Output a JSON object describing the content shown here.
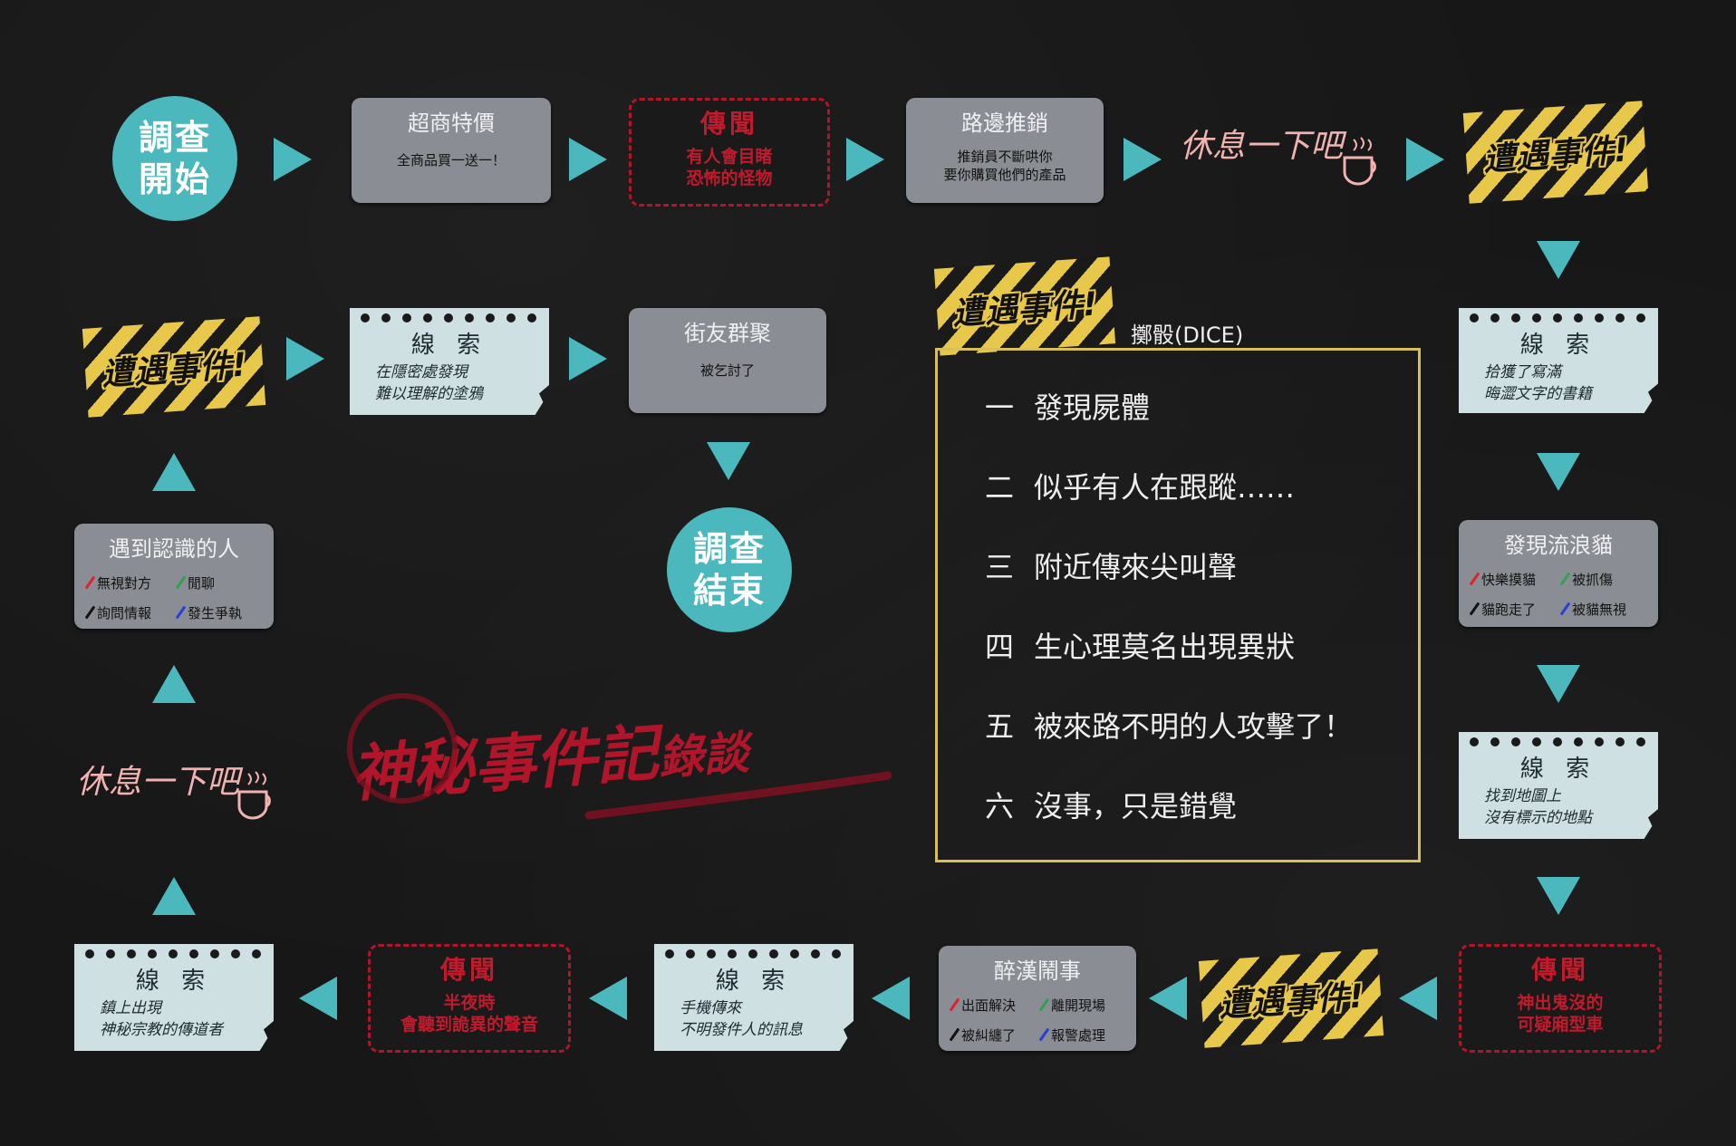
{
  "start": {
    "line1": "調查",
    "line2": "開始"
  },
  "end": {
    "line1": "調查",
    "line2": "結束"
  },
  "encounter_label": "遭遇事件!",
  "rest_label": "休息一下吧",
  "clue_label": "線 索",
  "legend_label": "傳聞",
  "row1": {
    "store": {
      "title": "超商特價",
      "sub": "全商品買一送一！"
    },
    "legend": {
      "line1": "有人會目睹",
      "line2": "恐怖的怪物"
    },
    "promo": {
      "title": "路邊推銷",
      "line1": "推銷員不斷哄你",
      "line2": "要你購買他們的產品"
    }
  },
  "row2": {
    "clue": {
      "line1": "在隱密處發現",
      "line2": "難以理解的塗鴉"
    },
    "street": {
      "title": "街友群聚",
      "sub": "被乞討了"
    }
  },
  "right": {
    "clue1": {
      "line1": "拾獲了寫滿",
      "line2": "晦澀文字的書籍"
    },
    "cat": {
      "title": "發現流浪貓",
      "opts": [
        "快樂摸貓",
        "被抓傷",
        "貓跑走了",
        "被貓無視"
      ]
    },
    "clue2": {
      "line1": "找到地圖上",
      "line2": "沒有標示的地點"
    }
  },
  "left": {
    "acq": {
      "title": "遇到認識的人",
      "opts": [
        "無視對方",
        "閒聊",
        "詢問情報",
        "發生爭執"
      ]
    }
  },
  "bottom": {
    "legend_car": {
      "line1": "神出鬼沒的",
      "line2": "可疑廂型車"
    },
    "drunk": {
      "title": "醉漢鬧事",
      "opts": [
        "出面解決",
        "離開現場",
        "被糾纏了",
        "報警處理"
      ]
    },
    "clue_phone": {
      "line1": "手機傳來",
      "line2": "不明發件人的訊息"
    },
    "legend_night": {
      "line1": "半夜時",
      "line2": "會聽到詭異的聲音"
    },
    "clue_preacher": {
      "line1": "鎮上出現",
      "line2": "神秘宗教的傳道者"
    }
  },
  "dice": {
    "label": "擲骰(DICE)",
    "items": [
      {
        "num": "一",
        "text": "發現屍體"
      },
      {
        "num": "二",
        "text": "似乎有人在跟蹤……"
      },
      {
        "num": "三",
        "text": "附近傳來尖叫聲"
      },
      {
        "num": "四",
        "text": "生心理莫名出現異狀"
      },
      {
        "num": "五",
        "text": "被來路不明的人攻擊了！"
      },
      {
        "num": "六",
        "text": "沒事，只是錯覺"
      }
    ]
  },
  "brand": {
    "big": "神秘事件記",
    "small": "錄談"
  },
  "colors": {
    "teal": "#4bb8bd",
    "red": "#b0152a",
    "yellow": "#e8c84a",
    "pen_red": "#e0202a",
    "pen_green": "#2ea44a",
    "pen_black": "#111111",
    "pen_blue": "#2a3fd8"
  }
}
